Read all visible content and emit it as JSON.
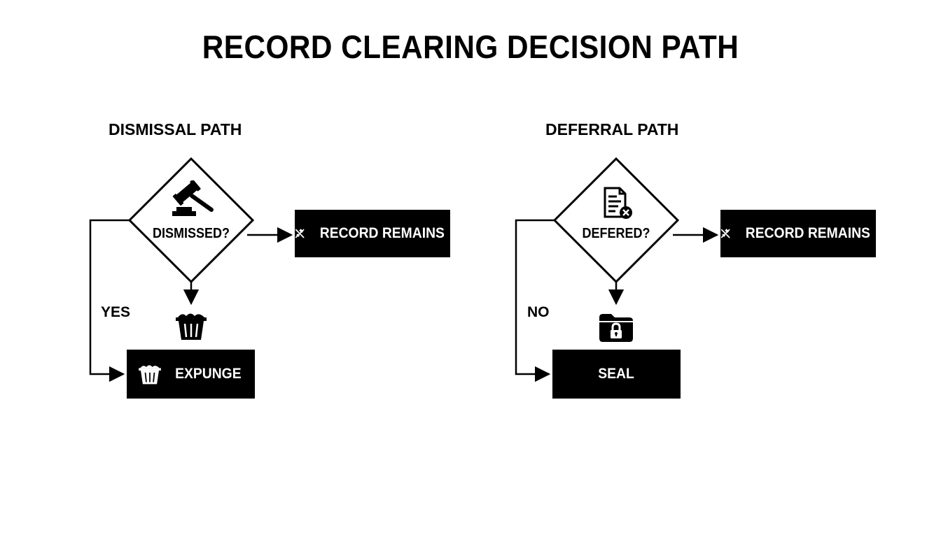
{
  "title": "RECORD CLEARING DECISION PATH",
  "dismissal": {
    "heading": "DISMISSAL PATH",
    "decision": "DISMISSED?",
    "decision_icon": "gavel-icon",
    "no_outcome": "RECORD REMAINS",
    "no_outcome_icon": "crossed-tools-icon",
    "branch_label": "YES",
    "outcome": "EXPUNGE",
    "outcome_icon": "trash-bin-icon"
  },
  "deferral": {
    "heading": "DEFERRAL PATH",
    "decision": "DEFERED?",
    "decision_icon": "document-x-icon",
    "no_outcome": "RECORD REMAINS",
    "no_outcome_icon": "crossed-tools-icon",
    "branch_label": "NO",
    "outcome": "SEAL",
    "outcome_icon": "locked-folder-icon"
  },
  "colors": {
    "ink": "#000000",
    "paper": "#ffffff"
  }
}
